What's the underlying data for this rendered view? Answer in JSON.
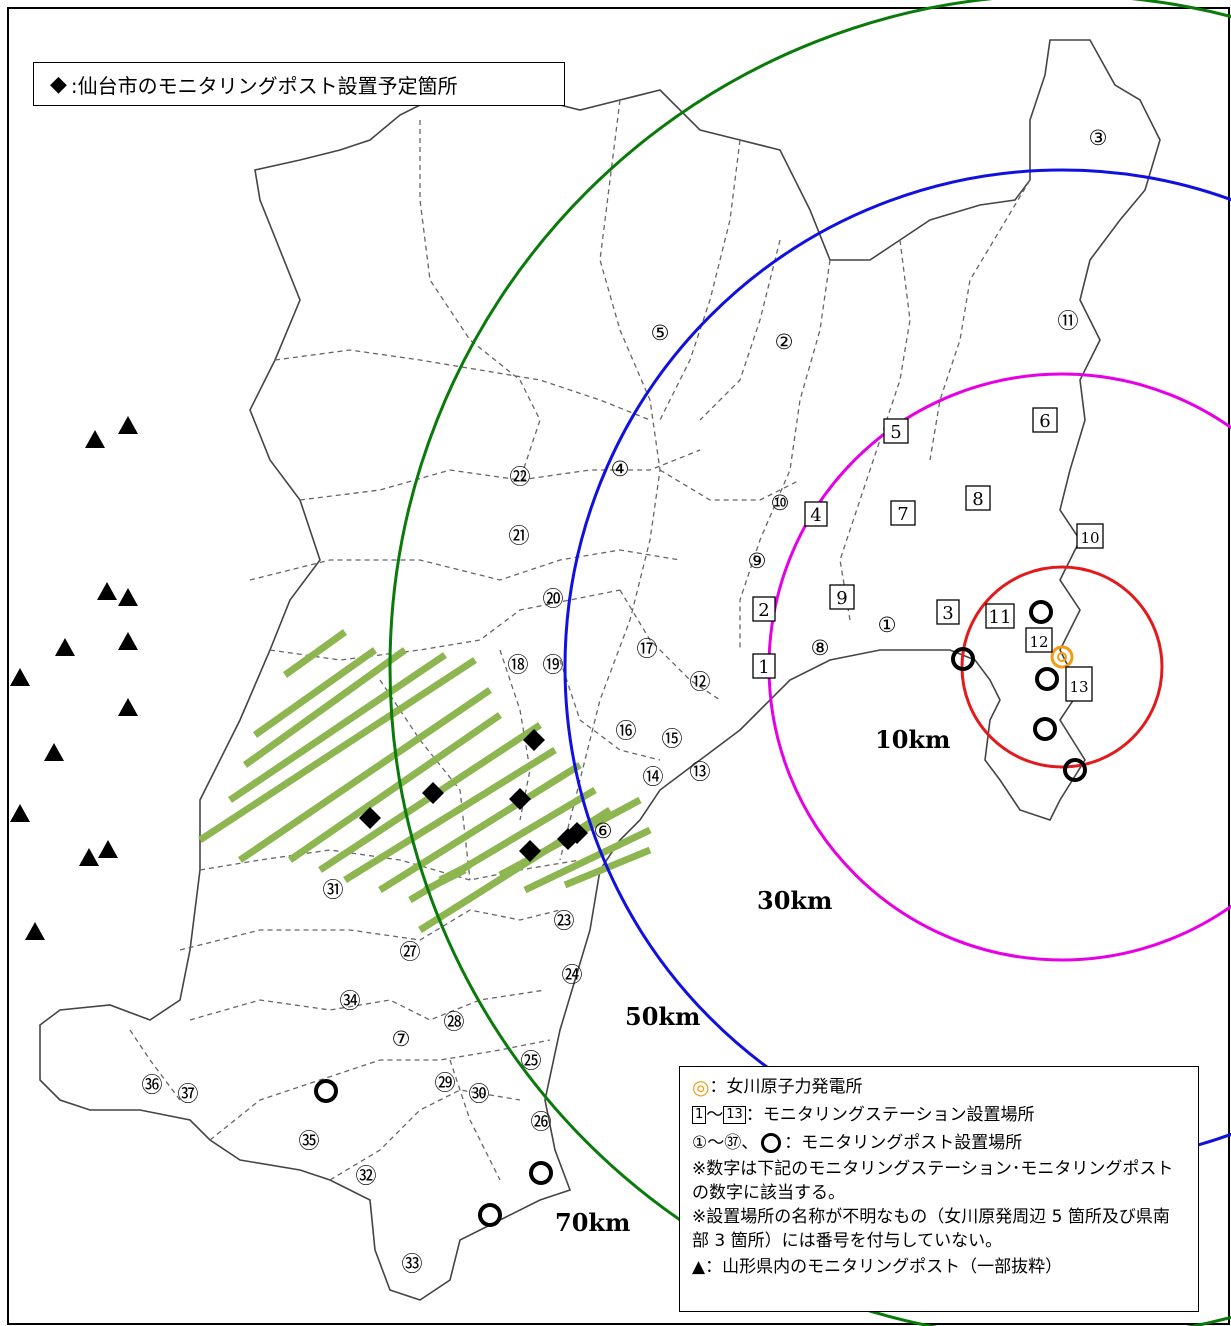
{
  "top_legend": {
    "symbol": "◆",
    "text": ":仙台市のモニタリングポスト設置予定箇所"
  },
  "distance_labels": {
    "r10": "10km",
    "r30": "30km",
    "r50": "50km",
    "r70": "70km"
  },
  "post_numbers": [
    "①",
    "②",
    "③",
    "④",
    "⑤",
    "⑥",
    "⑦",
    "⑧",
    "⑨",
    "⑩",
    "⑪",
    "⑫",
    "⑬",
    "⑭",
    "⑮",
    "⑯",
    "⑰",
    "⑱",
    "⑲",
    "⑳",
    "㉑",
    "㉒",
    "㉓",
    "㉔",
    "㉕",
    "㉖",
    "㉗",
    "㉘",
    "㉙",
    "㉚",
    "㉛",
    "㉜",
    "㉝",
    "㉞",
    "㉟",
    "㊱",
    "㊲"
  ],
  "station_numbers": [
    "1",
    "2",
    "3",
    "4",
    "5",
    "6",
    "7",
    "8",
    "9",
    "10",
    "11",
    "12",
    "13"
  ],
  "legend": {
    "plant_symbol": "◎",
    "plant": "：女川原子力発電所",
    "station_from": "1",
    "station_to": "13",
    "station_text": "：モニタリングステーション設置場所",
    "post_range": "①～㊲、",
    "post_text": "：モニタリングポスト設置場所",
    "note1": "※数字は下記のモニタリングステーション･モニタリングポストの数字に該当する。",
    "note2": "※設置場所の名称が不明なもの（女川原発周辺 5 箇所及び県南部 3 箇所）には番号を付与していない。",
    "triangle_symbol": "▲",
    "triangle_text": "：山形県内のモニタリングポスト（一部抜粋）"
  },
  "colors": {
    "r10": "#e31a1c",
    "r30": "#e600e6",
    "r50": "#1010e0",
    "r70": "#0a7a0a",
    "hatch": "#8db550",
    "plant": "#f39c12"
  }
}
